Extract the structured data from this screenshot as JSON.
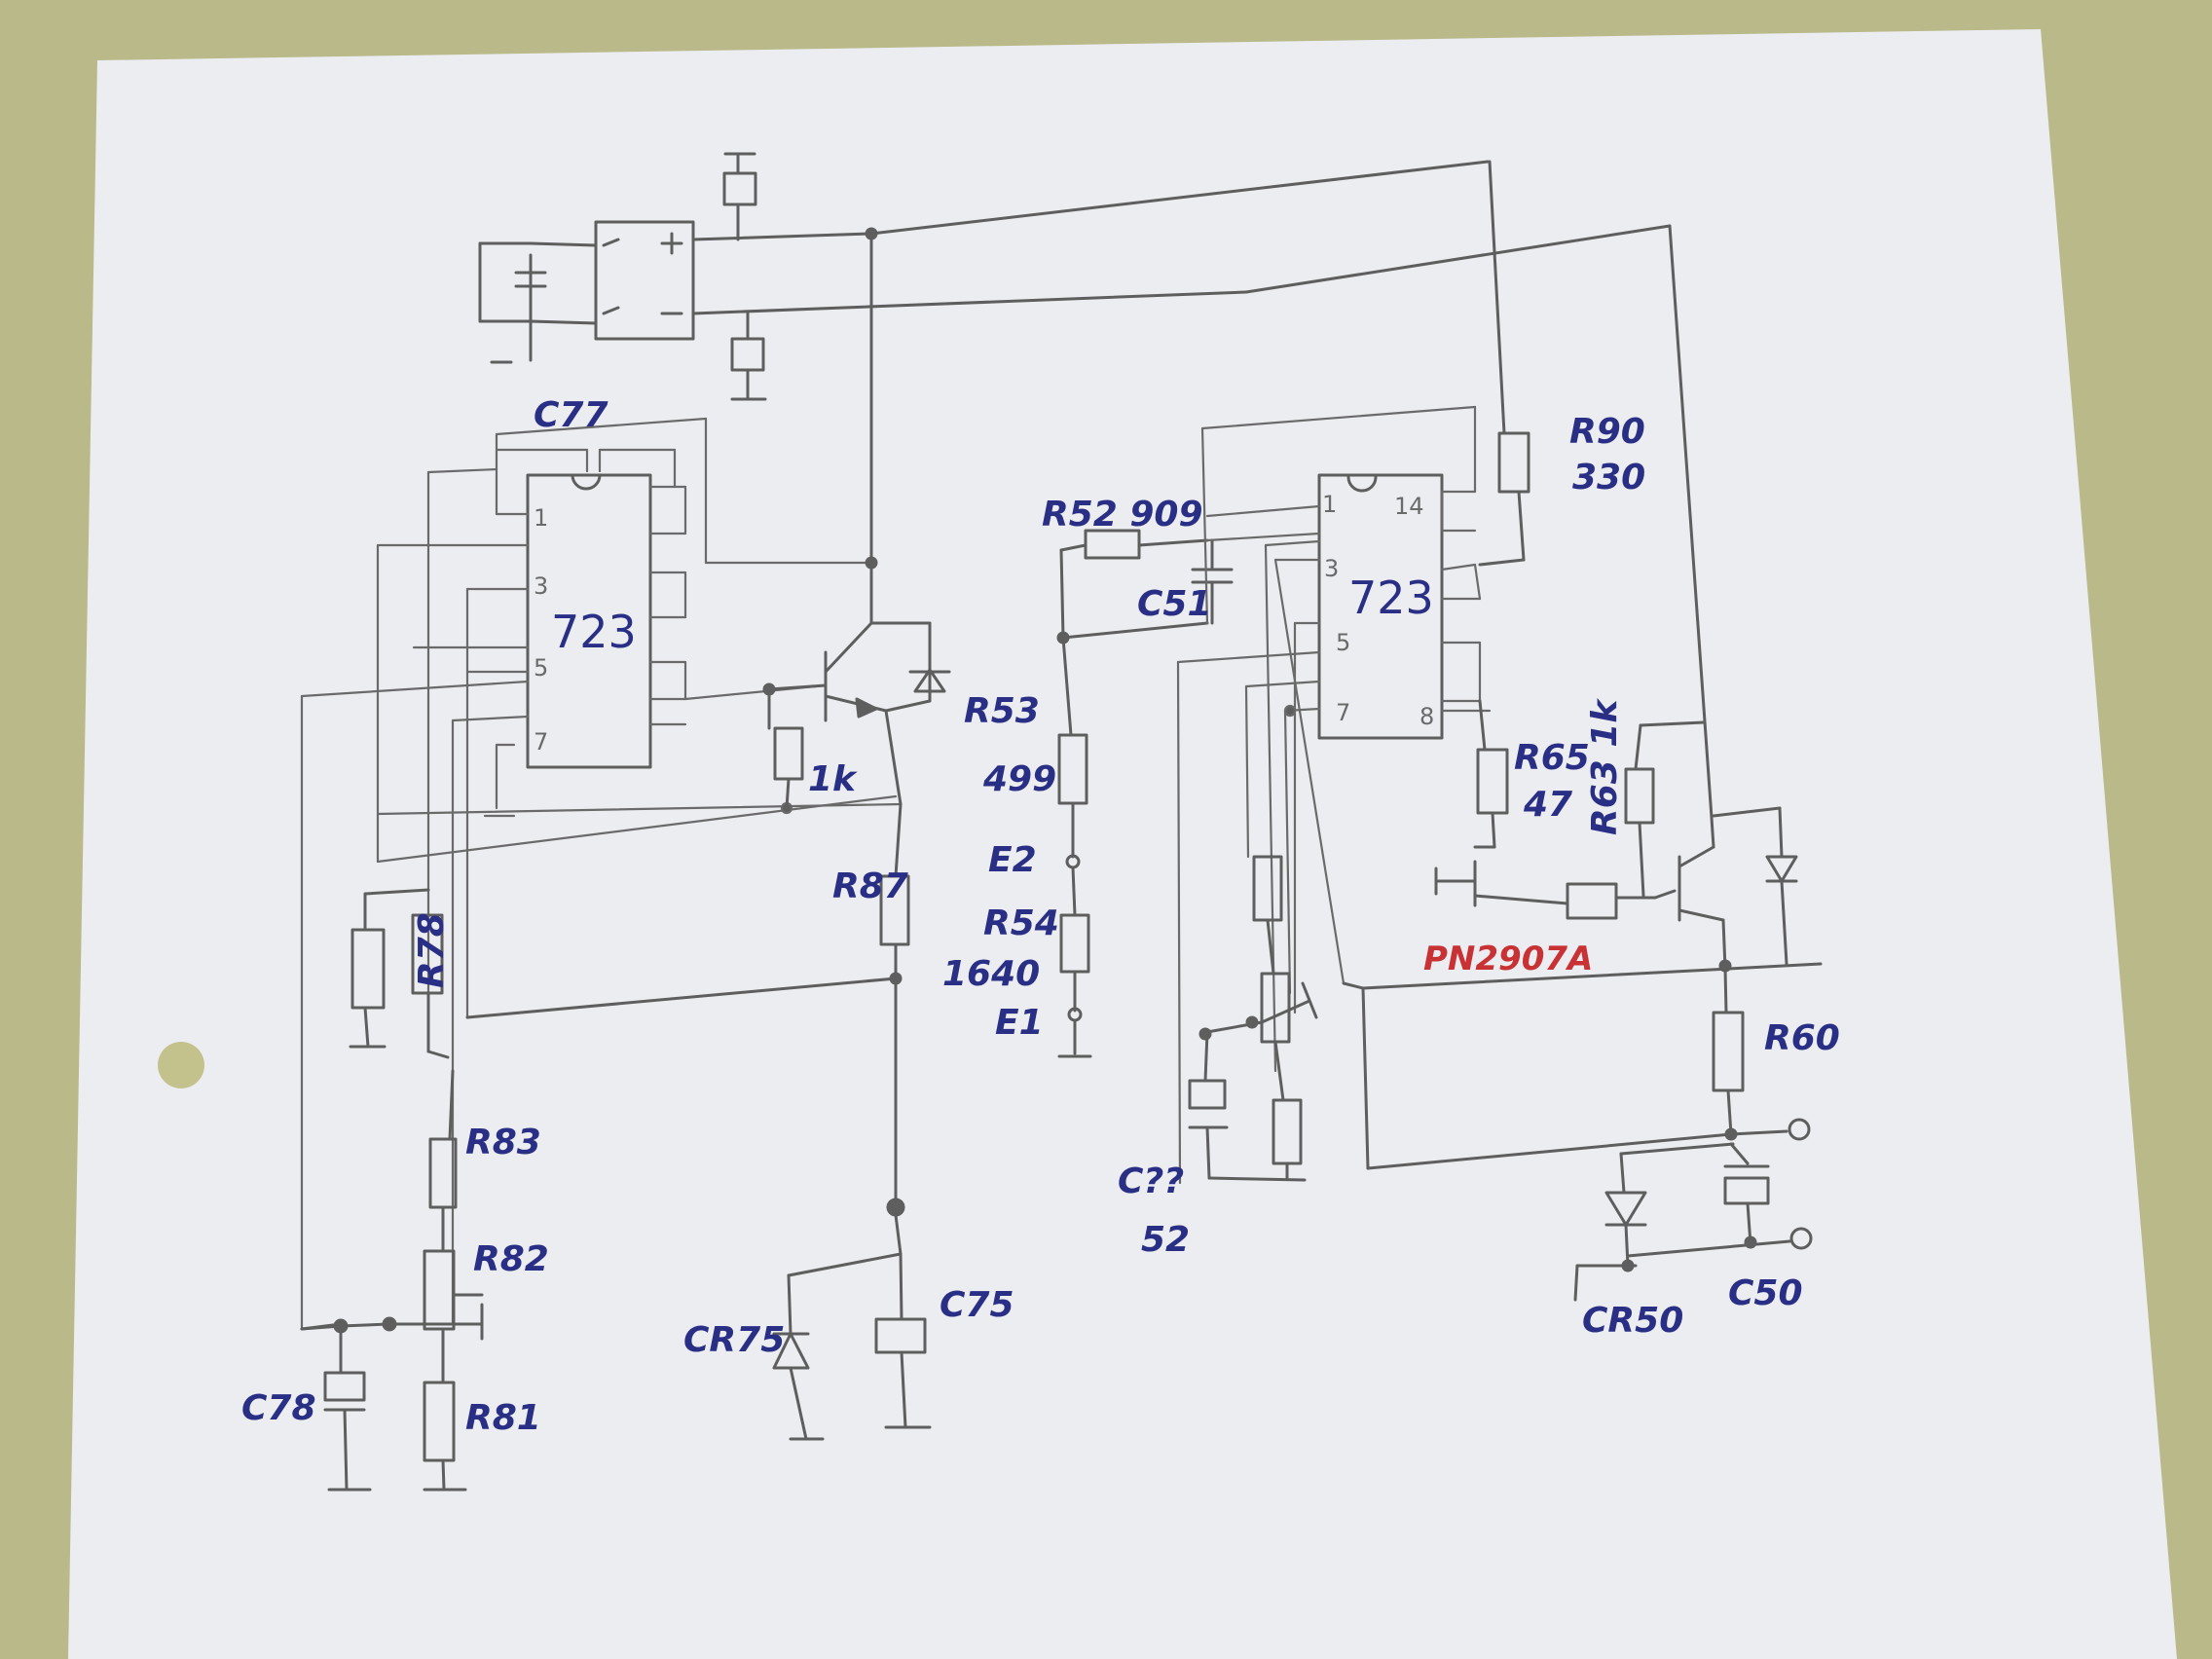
{
  "colors": {
    "background": "#b9b98a",
    "paper": "#ecedf1",
    "pencil": "#5e5e5e",
    "ink_blue": "#2a2f86",
    "ink_red": "#c83234"
  },
  "ic_left": {
    "label": "723",
    "pins": [
      "1",
      "3",
      "5",
      "7"
    ]
  },
  "ic_right": {
    "label": "723",
    "pins": [
      "1",
      "14",
      "3",
      "5",
      "7",
      "8"
    ]
  },
  "labels": {
    "c77": "C77",
    "r52": "R52 909",
    "c51": "C51",
    "r90": "R90",
    "r90_value": "330",
    "r53": "R53",
    "r53_value": "499",
    "e2": "E2",
    "r54": "R54",
    "r54_value": "1640",
    "e1": "E1",
    "r1k": "1k",
    "r87": "R87",
    "r78": "R78",
    "r83": "R83",
    "r82": "R82",
    "r81": "R81",
    "c78": "C78",
    "cr75": "CR75",
    "c75": "C75",
    "r65": "R65",
    "r65_value": "47",
    "r63": "R63 1k",
    "pn": "PN2907A",
    "r60": "R60",
    "c52_a": "C??",
    "c52_b": "52",
    "cr50": "CR50",
    "c50": "C50"
  }
}
